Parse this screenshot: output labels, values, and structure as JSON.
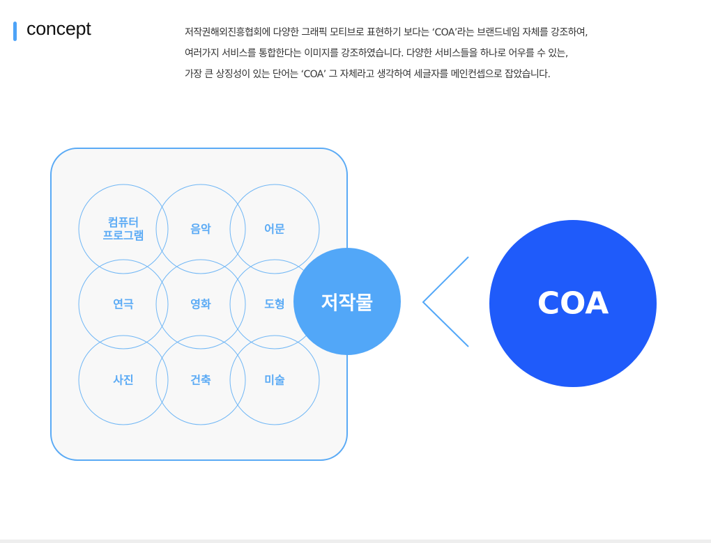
{
  "header": {
    "title": "concept",
    "accent_color": "#4da3f7"
  },
  "description": [
    "저작권해외진흥협회에 다양한 그래픽 모티브로 표현하기 보다는 ‘COA’라는 브랜드네임 자체를 강조하여,",
    "여러가지 서비스를 통합한다는 이미지를 강조하였습니다. 다양한 서비스들을 하나로 어우를 수 있는,",
    "가장 큰 상징성이 있는 단어는 ‘COA’ 그 자체라고 생각하여 세글자를 메인컨셉으로 잡았습니다."
  ],
  "diagram": {
    "categories": [
      "컴퓨터\n프로그램",
      "음악",
      "어문",
      "연극",
      "영화",
      "도형",
      "사진",
      "건축",
      "미술"
    ],
    "center_label": "저작물",
    "brand_label": "COA",
    "colors": {
      "light": "#5aaaf5",
      "center": "#52a7f8",
      "brand": "#1f5bfa"
    }
  }
}
